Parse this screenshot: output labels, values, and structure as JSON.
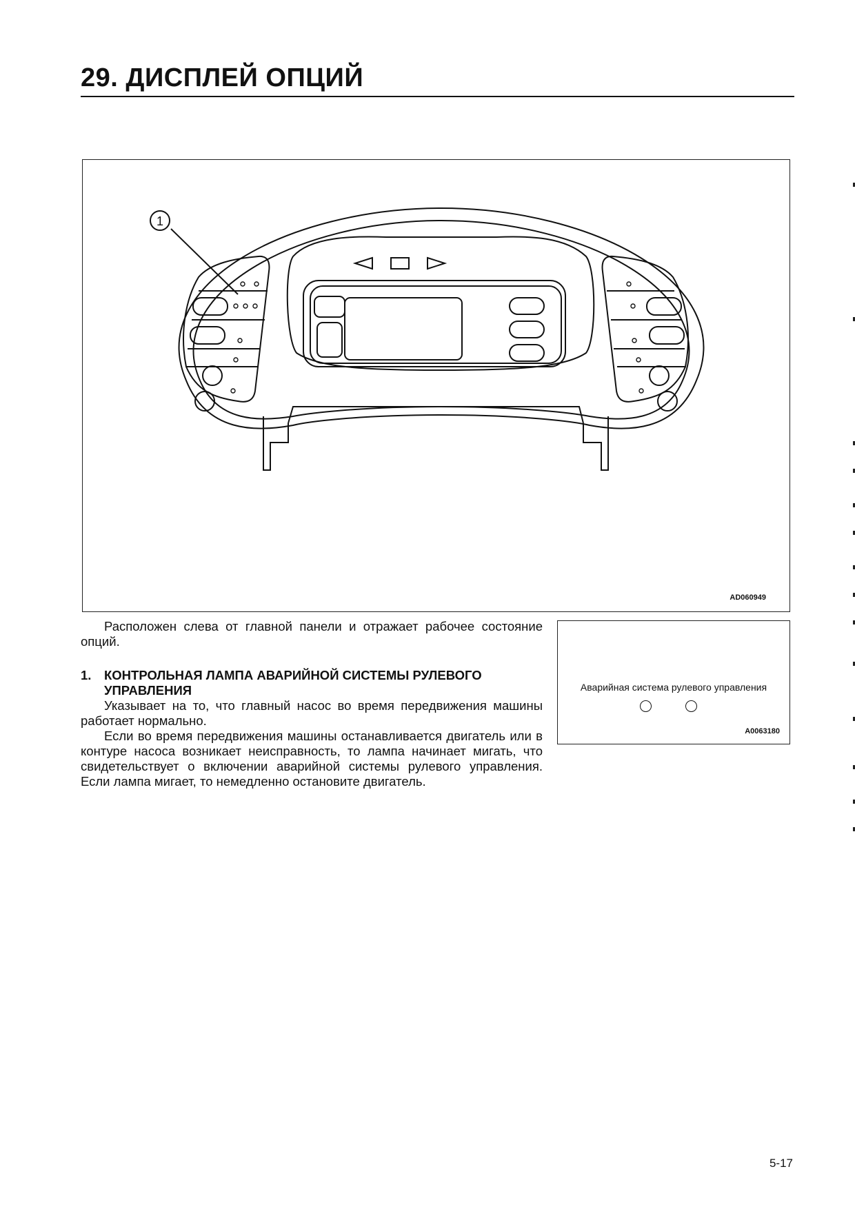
{
  "header": {
    "section_title": "29. ДИСПЛЕЙ ОПЦИЙ"
  },
  "figure_main": {
    "callout_number": "1",
    "code": "AD060949"
  },
  "body": {
    "intro": "Расположен слева от главной панели и отражает рабочее состояние опций.",
    "item1": {
      "number": "1.",
      "heading": "КОНТРОЛЬНАЯ ЛАМПА АВАРИЙНОЙ СИСТЕМЫ РУЛЕВОГО УПРАВЛЕНИЯ",
      "paragraph1": "Указывает на то, что главный насос во время передвижения машины работает нормально.",
      "paragraph2": "Если во время передвижения машины останавливается двигатель или в контуре насоса возникает неисправность, то лампа начинает мигать, что свидетельствует о включении аварийной системы рулевого управления. Если лампа мигает, то немедленно остановите двигатель."
    }
  },
  "figure_small": {
    "caption": "Аварийная система рулевого управления",
    "code": "A0063180"
  },
  "footer": {
    "page_number": "5-17"
  }
}
